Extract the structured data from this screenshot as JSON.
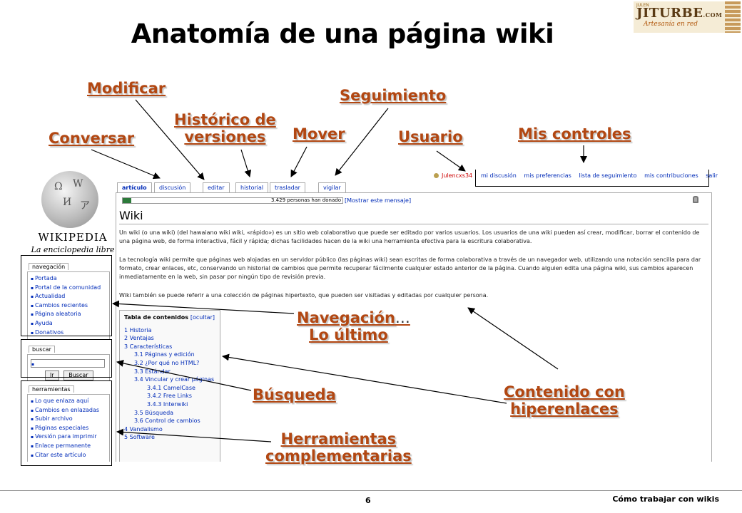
{
  "slide": {
    "title": "Anatomía de una página wiki",
    "page_number": "6",
    "footer": "Cómo trabajar con wikis"
  },
  "logo": {
    "small_text": "JULEN",
    "brand": "JITURBE",
    "brand_suffix": ".COM",
    "tagline": "Artesanía en red"
  },
  "callouts": {
    "modificar": "Modificar",
    "seguimiento": "Seguimiento",
    "historico_line1": "Histórico de",
    "historico_line2": "versiones",
    "mover": "Mover",
    "usuario": "Usuario",
    "mis_controles": "Mis controles",
    "conversar": "Conversar",
    "navegacion": "Navegación",
    "navegacion_ellipsis": "…",
    "lo_ultimo": "Lo último",
    "busqueda": "Búsqueda",
    "contenido_line1": "Contenido con",
    "contenido_line2": "hiperenlaces",
    "herramientas_line1": "Herramientas",
    "herramientas_line2": "complementarias"
  },
  "wiki": {
    "logo_word": "WIKIPEDIA",
    "logo_sub": "La enciclopedia libre",
    "tabs": [
      "artículo",
      "discusión",
      "editar",
      "historial",
      "trasladar",
      "vigilar"
    ],
    "user": "Julencxs34",
    "personal_links": [
      "mi discusión",
      "mis preferencias",
      "lista de seguimiento",
      "mis contribuciones",
      "salir"
    ],
    "donation_text": "3.429 personas han donado",
    "donation_progress": 0.04,
    "donation_link": "[Mostrar este mensaje]",
    "page_heading": "Wiki",
    "paragraph1": "Un wiki (o una wiki) (del hawaiano wiki wiki, «rápido») es un sitio web colaborativo que puede ser editado por varios usuarios. Los usuarios de una wiki pueden así crear, modificar, borrar el contenido de una página web, de forma interactiva, fácil y rápida; dichas facilidades hacen de la wiki una herramienta efectiva para la escritura colaborativa.",
    "paragraph2": "La tecnología wiki permite que páginas web alojadas en un servidor público (las páginas wiki) sean escritas de forma colaborativa a través de un navegador web, utilizando una notación sencilla para dar formato, crear enlaces, etc, conservando un historial de cambios que permite recuperar fácilmente cualquier estado anterior de la página. Cuando alguien edita una página wiki, sus cambios aparecen inmediatamente en la web, sin pasar por ningún tipo de revisión previa.",
    "paragraph3": "Wiki también se puede referir a una colección de páginas hipertexto, que pueden ser visitadas y editadas por cualquier persona.",
    "toc_title": "Tabla de contenidos",
    "toc_hide": "[ocultar]",
    "toc": [
      {
        "label": "1 Historia",
        "level": 1
      },
      {
        "label": "2 Ventajas",
        "level": 1
      },
      {
        "label": "3 Características",
        "level": 1
      },
      {
        "label": "3.1 Páginas y edición",
        "level": 2
      },
      {
        "label": "3.2 ¿Por qué no HTML?",
        "level": 2
      },
      {
        "label": "3.3 Estándar",
        "level": 2
      },
      {
        "label": "3.4 Vincular y crear páginas",
        "level": 2
      },
      {
        "label": "3.4.1 CamelCase",
        "level": 3
      },
      {
        "label": "3.4.2 Free Links",
        "level": 3
      },
      {
        "label": "3.4.3 Interwiki",
        "level": 3
      },
      {
        "label": "3.5 Búsqueda",
        "level": 2
      },
      {
        "label": "3.6 Control de cambios",
        "level": 2
      },
      {
        "label": "4 Vandalismo",
        "level": 1
      },
      {
        "label": "5 Software",
        "level": 1
      }
    ],
    "nav_title": "navegación",
    "nav_items": [
      "Portada",
      "Portal de la comunidad",
      "Actualidad",
      "Cambios recientes",
      "Página aleatoria",
      "Ayuda",
      "Donativos"
    ],
    "search_title": "buscar",
    "search_go": "Ir",
    "search_button": "Buscar",
    "tools_title": "herramientas",
    "tools_items": [
      "Lo que enlaza aquí",
      "Cambios en enlazadas",
      "Subir archivo",
      "Páginas especiales",
      "Versión para imprimir",
      "Enlace permanente",
      "Citar este artículo"
    ]
  }
}
